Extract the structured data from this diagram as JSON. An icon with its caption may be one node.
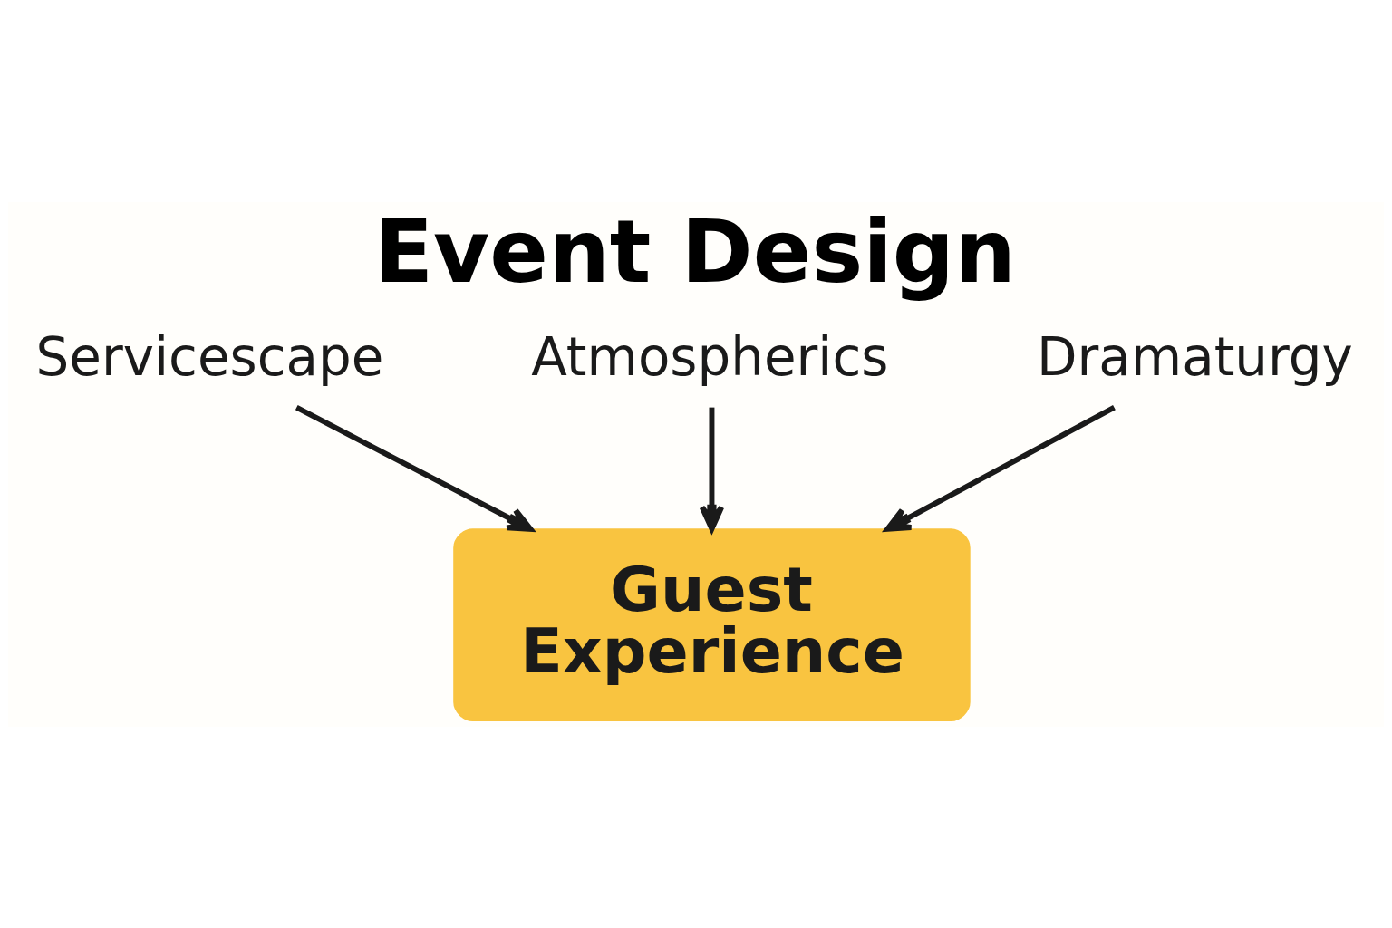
{
  "diagram": {
    "title": "Event Design",
    "nodes": [
      {
        "text": [
          "Servicescape"
        ]
      },
      {
        "text": [
          "Atmospherics"
        ]
      },
      {
        "text": [
          "Dramaturgy"
        ]
      },
      {
        "text": [
          "Guest Experience"
        ]
      }
    ],
    "edges": [
      {
        "from": 0,
        "to": 3,
        "arrow": "to"
      },
      {
        "from": 1,
        "to": 3,
        "arrow": "to"
      },
      {
        "from": 2,
        "to": 3,
        "arrow": "to"
      }
    ]
  }
}
